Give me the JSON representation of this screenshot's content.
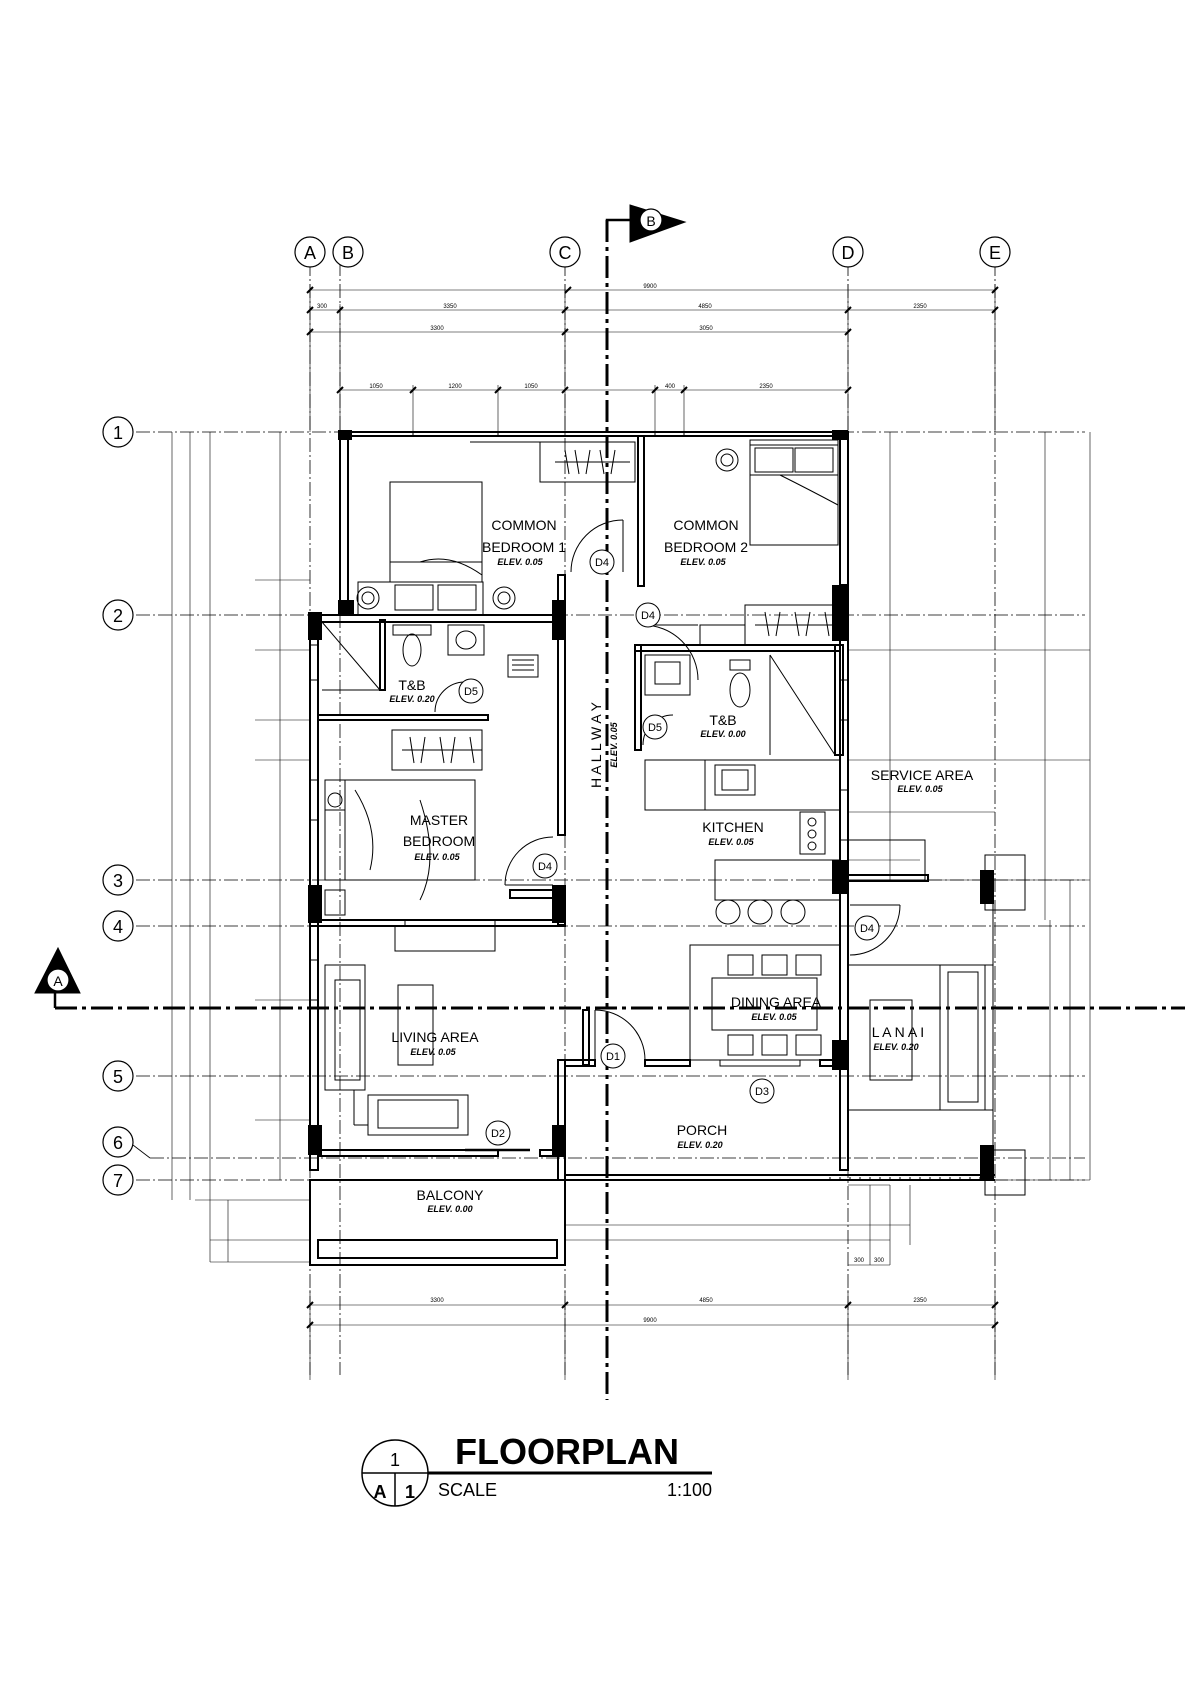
{
  "grid_columns": [
    "A",
    "B",
    "C",
    "D",
    "E"
  ],
  "grid_rows": [
    "1",
    "2",
    "3",
    "4",
    "5",
    "6",
    "7"
  ],
  "section_markers": {
    "horizontal": "A",
    "vertical": "B"
  },
  "rooms": {
    "common_bedroom_1": {
      "line1": "COMMON",
      "line2": "BEDROOM 1",
      "elev": "ELEV. 0.05"
    },
    "common_bedroom_2": {
      "line1": "COMMON",
      "line2": "BEDROOM 2",
      "elev": "ELEV. 0.05"
    },
    "tb_1": {
      "name": "T&B",
      "elev": "ELEV. 0.20"
    },
    "tb_2": {
      "name": "T&B",
      "elev": "ELEV. 0.00"
    },
    "master_bedroom": {
      "line1": "MASTER",
      "line2": "BEDROOM",
      "elev": "ELEV. 0.05"
    },
    "hallway": {
      "name": "H A L L W A Y",
      "elev": "ELEV. 0.05"
    },
    "service_area": {
      "name": "SERVICE AREA",
      "elev": "ELEV. 0.05"
    },
    "kitchen": {
      "name": "KITCHEN",
      "elev": "ELEV. 0.05"
    },
    "dining_area": {
      "name": "DINING AREA",
      "elev": "ELEV. 0.05"
    },
    "lanai": {
      "name": "L A N A I",
      "elev": "ELEV. 0.20"
    },
    "living_area": {
      "name": "LIVING AREA",
      "elev": "ELEV. 0.05"
    },
    "porch": {
      "name": "PORCH",
      "elev": "ELEV. 0.20"
    },
    "balcony": {
      "name": "BALCONY",
      "elev": "ELEV. 0.00"
    }
  },
  "doors": [
    "D1",
    "D2",
    "D3",
    "D4",
    "D5"
  ],
  "title_block": {
    "drawing_number": "1",
    "sheet_ref": "A",
    "sheet_number": "1",
    "title": "FLOORPLAN",
    "scale_label": "SCALE",
    "scale_value": "1:100"
  },
  "colors": {
    "line": "#000000",
    "background": "#ffffff"
  }
}
